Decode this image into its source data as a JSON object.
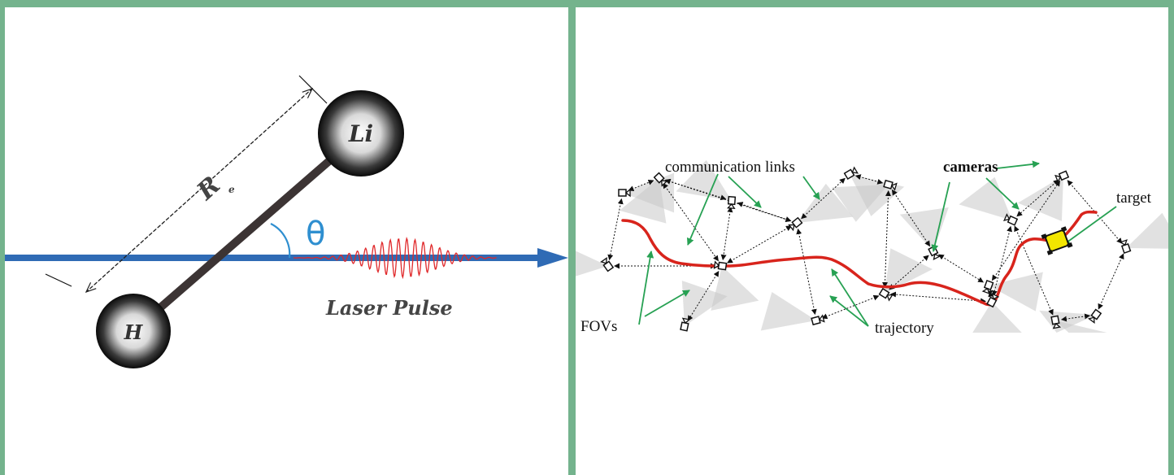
{
  "molecule_diagram": {
    "atom_top": "Li",
    "atom_bottom": "H",
    "bond_length_label": "R",
    "bond_length_subscript": "e",
    "angle_label": "θ",
    "pulse_label": "Laser Pulse",
    "colors": {
      "axis": "#2f6bb5",
      "pulse": "#e0282a",
      "bond": "#3c3434",
      "angle": "#2f8fd0"
    }
  },
  "camera_network": {
    "labels": {
      "communication_links": "communication links",
      "cameras": "cameras",
      "target": "target",
      "fovs": "FOVs",
      "trajectory": "trajectory"
    },
    "colors": {
      "trajectory": "#d8241c",
      "pointer": "#27a153",
      "target": "#f2e600",
      "fov": "#c8c8c8"
    }
  }
}
